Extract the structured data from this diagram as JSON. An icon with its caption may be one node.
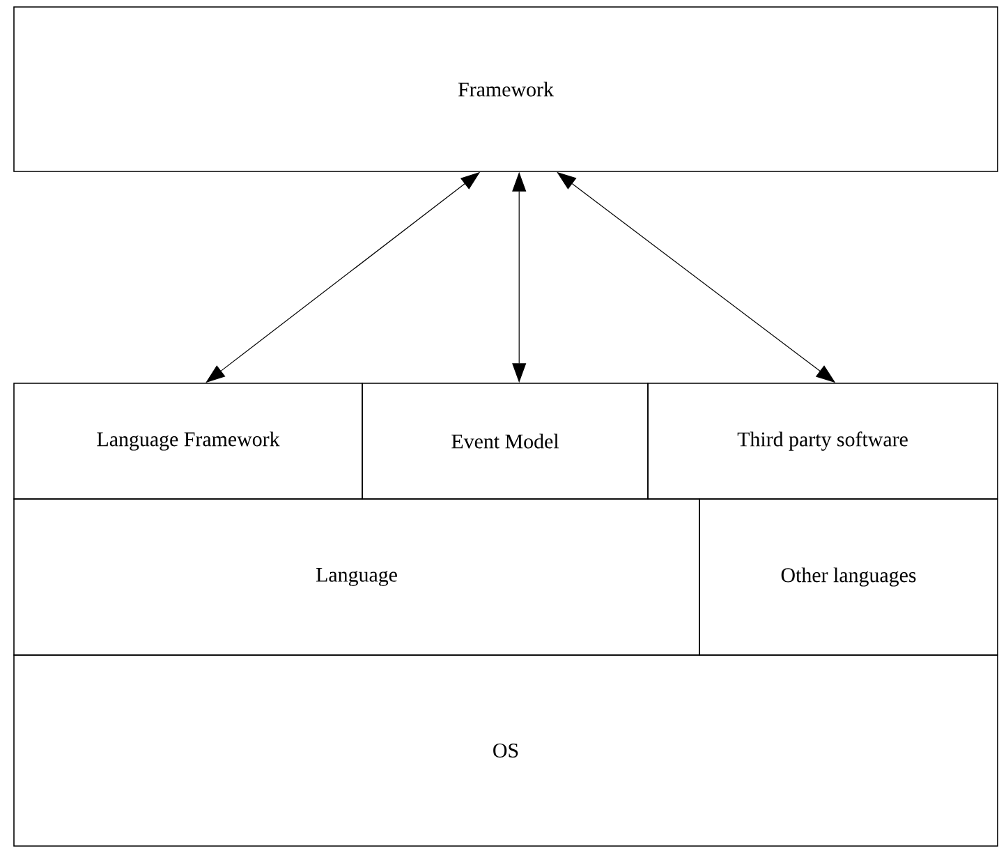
{
  "diagram": {
    "nodes": [
      {
        "text": [
          "Framework"
        ]
      },
      {
        "text": [
          "Language Framework"
        ]
      },
      {
        "text": [
          "Event Model"
        ]
      },
      {
        "text": [
          "Third party software"
        ]
      },
      {
        "text": [
          "Language"
        ]
      },
      {
        "text": [
          "Other languages"
        ]
      },
      {
        "text": [
          "OS"
        ]
      }
    ],
    "edges": [
      {
        "from": 0,
        "to": 1,
        "arrow": "both"
      },
      {
        "from": 0,
        "to": 2,
        "arrow": "both"
      },
      {
        "from": 0,
        "to": 3,
        "arrow": "both"
      }
    ]
  }
}
